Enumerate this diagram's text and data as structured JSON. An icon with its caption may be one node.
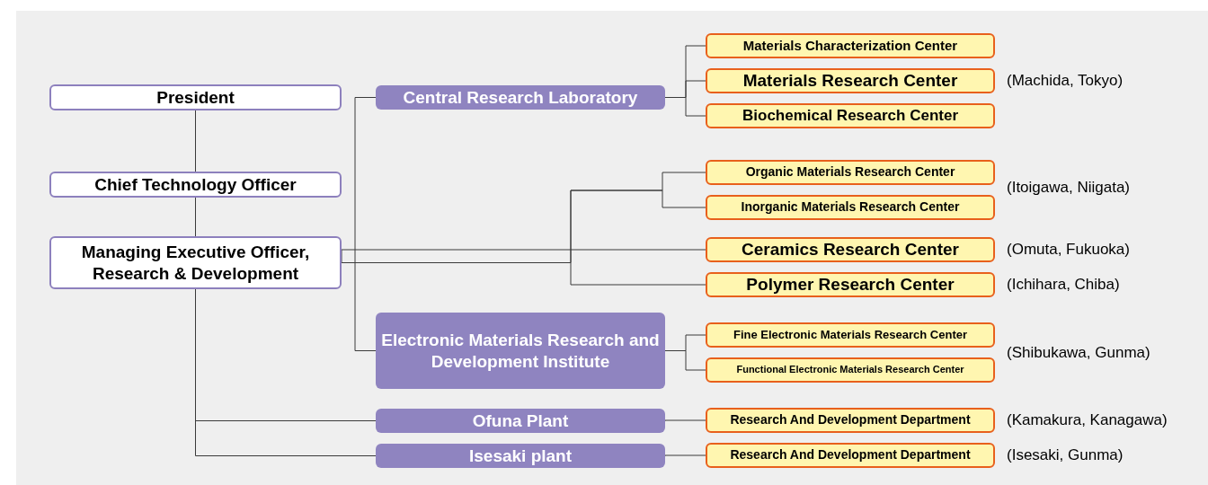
{
  "diagram": {
    "nodes": [
      {
        "text": [
          "President"
        ]
      },
      {
        "text": [
          "Chief Technology Officer"
        ]
      },
      {
        "text": [
          "Managing Executive Officer, Research & Development"
        ]
      },
      {
        "text": [
          "Central Research Laboratory"
        ]
      },
      {
        "text": [
          "Electronic Materials Research and Development Institute"
        ]
      },
      {
        "text": [
          "Ofuna Plant"
        ]
      },
      {
        "text": [
          "Isesaki plant"
        ]
      },
      {
        "text": [
          "Materials Characterization Center"
        ]
      },
      {
        "text": [
          "Materials Research Center"
        ]
      },
      {
        "text": [
          "Biochemical Research Center"
        ]
      },
      {
        "text": [
          "Organic Materials Research Center"
        ]
      },
      {
        "text": [
          "Inorganic Materials Research Center"
        ]
      },
      {
        "text": [
          "Ceramics Research Center"
        ]
      },
      {
        "text": [
          "Polymer Research Center"
        ]
      },
      {
        "text": [
          "Fine Electronic Materials Research Center"
        ]
      },
      {
        "text": [
          "Functional Electronic Materials Research Center"
        ]
      },
      {
        "text": [
          "Research And Development Department"
        ]
      },
      {
        "text": [
          "Research And Development Department"
        ]
      }
    ],
    "edges": [
      {
        "from": 0,
        "to": 1,
        "arrow": "none"
      },
      {
        "from": 1,
        "to": 2,
        "arrow": "none"
      },
      {
        "from": 2,
        "to": 3,
        "arrow": "none"
      },
      {
        "from": 2,
        "to": 4,
        "arrow": "none"
      },
      {
        "from": 2,
        "to": 10,
        "arrow": "none"
      },
      {
        "from": 2,
        "to": 11,
        "arrow": "none"
      },
      {
        "from": 2,
        "to": 12,
        "arrow": "none"
      },
      {
        "from": 2,
        "to": 13,
        "arrow": "none"
      },
      {
        "from": 2,
        "to": 5,
        "arrow": "none"
      },
      {
        "from": 2,
        "to": 6,
        "arrow": "none"
      },
      {
        "from": 3,
        "to": 7,
        "arrow": "none"
      },
      {
        "from": 3,
        "to": 8,
        "arrow": "none"
      },
      {
        "from": 3,
        "to": 9,
        "arrow": "none"
      },
      {
        "from": 4,
        "to": 14,
        "arrow": "none"
      },
      {
        "from": 4,
        "to": 15,
        "arrow": "none"
      },
      {
        "from": 5,
        "to": 16,
        "arrow": "none"
      },
      {
        "from": 6,
        "to": 17,
        "arrow": "none"
      }
    ],
    "labels": [
      "(Machida, Tokyo)",
      "(Itoigawa, Niigata)",
      "(Omuta, Fukuoka)",
      "(Ichihara, Chiba)",
      "(Shibukawa, Gunma)",
      "(Kamakura, Kanagawa)",
      "(Isesaki, Gunma)"
    ]
  }
}
